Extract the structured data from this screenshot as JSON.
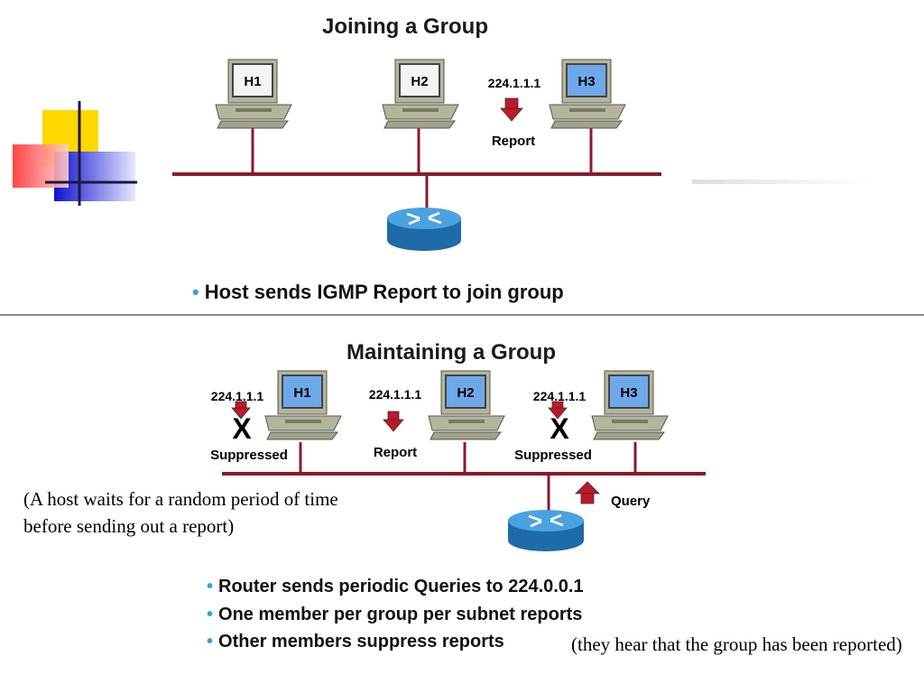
{
  "top": {
    "title": "Joining a Group",
    "hosts": [
      "H1",
      "H2",
      "H3"
    ],
    "group_address": "224.1.1.1",
    "report_label": "Report",
    "bullet": "Host sends IGMP Report to join group"
  },
  "bottom": {
    "title": "Maintaining a Group",
    "hosts": [
      "H1",
      "H2",
      "H3"
    ],
    "group_address": "224.1.1.1",
    "suppressed_label": "Suppressed",
    "report_label": "Report",
    "query_label": "Query",
    "x_mark": "X",
    "bullets": [
      "Router sends periodic Queries to 224.0.0.1",
      "One member per group per subnet reports",
      "Other members suppress reports"
    ]
  },
  "notes": {
    "left": "(A host waits for a random period of time before sending out a report)",
    "right": "(they hear that the group has been reported)"
  },
  "colors": {
    "lan_line": "#8b1a2b",
    "arrow": "#c0182a",
    "host_active": "#6fa8e8",
    "router": "#2a7fc0",
    "bullet_dot": "#3aa0d8"
  }
}
